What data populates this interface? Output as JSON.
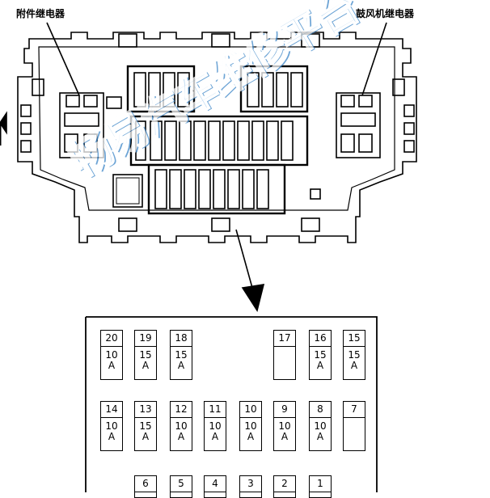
{
  "labels": {
    "left_relay": "附件继电器",
    "right_relay": "鼓风机继电器"
  },
  "watermark": "畅易汽车维修平台",
  "fuses_row1": [
    {
      "num": "20",
      "amp": "10\nA"
    },
    {
      "num": "19",
      "amp": "15\nA"
    },
    {
      "num": "18",
      "amp": "15\nA"
    },
    {
      "num": "17",
      "amp": ""
    },
    {
      "num": "16",
      "amp": "15\nA"
    },
    {
      "num": "15",
      "amp": "15\nA"
    }
  ],
  "fuses_row2": [
    {
      "num": "14",
      "amp": "10\nA"
    },
    {
      "num": "13",
      "amp": "15\nA"
    },
    {
      "num": "12",
      "amp": "10\nA"
    },
    {
      "num": "11",
      "amp": "10\nA"
    },
    {
      "num": "10",
      "amp": "10\nA"
    },
    {
      "num": "9",
      "amp": "10\nA"
    },
    {
      "num": "8",
      "amp": "10\nA"
    },
    {
      "num": "7",
      "amp": ""
    }
  ],
  "fuses_row3": [
    {
      "num": "6",
      "amp": ""
    },
    {
      "num": "5",
      "amp": ""
    },
    {
      "num": "4",
      "amp": ""
    },
    {
      "num": "3",
      "amp": ""
    },
    {
      "num": "2",
      "amp": ""
    },
    {
      "num": "1",
      "amp": ""
    }
  ]
}
